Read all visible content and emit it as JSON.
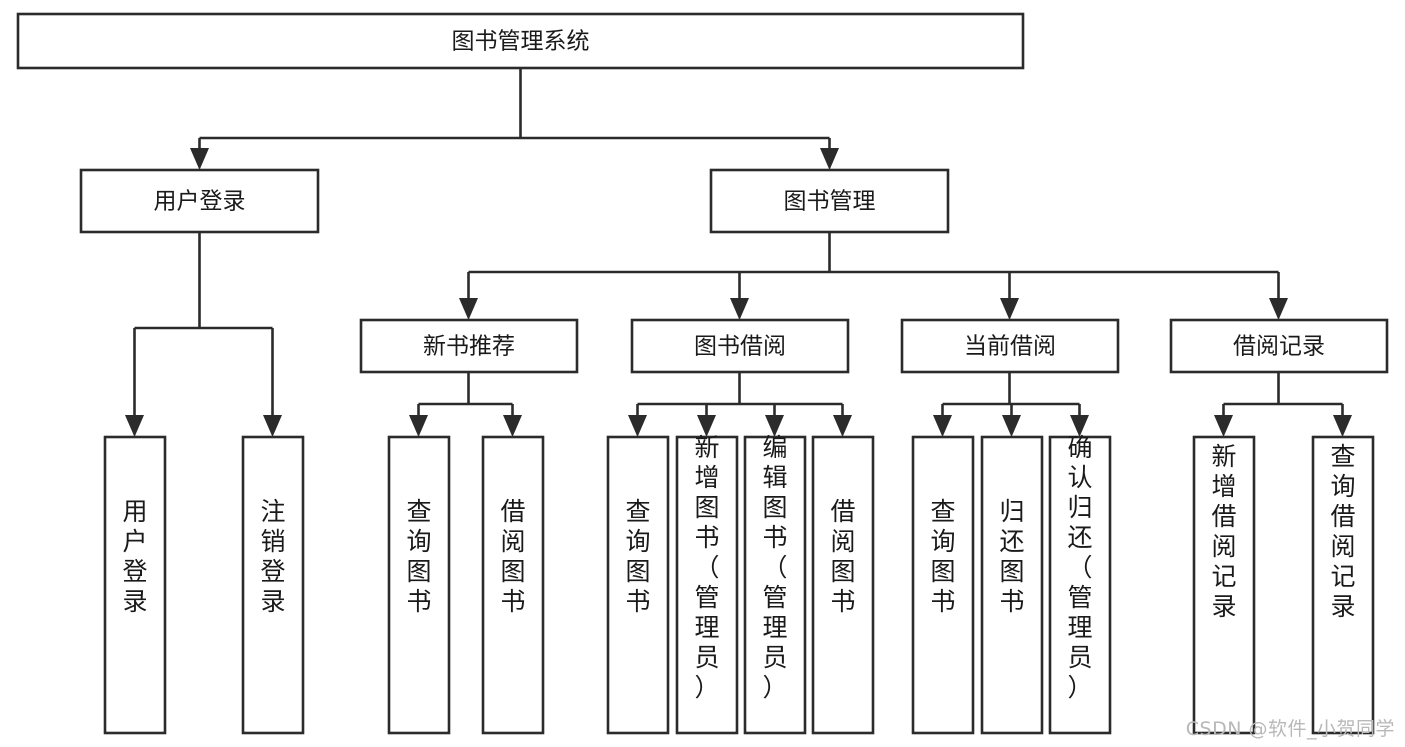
{
  "diagram": {
    "title": "图书管理系统",
    "type": "tree-hierarchy",
    "root": {
      "id": "root",
      "label": "图书管理系统"
    },
    "level2": [
      {
        "id": "user-login",
        "label": "用户登录"
      },
      {
        "id": "book-manage",
        "label": "图书管理"
      }
    ],
    "level3": [
      {
        "id": "new-book-rec",
        "label": "新书推荐",
        "parent": "book-manage"
      },
      {
        "id": "book-borrow",
        "label": "图书借阅",
        "parent": "book-manage"
      },
      {
        "id": "current-borrow",
        "label": "当前借阅",
        "parent": "book-manage"
      },
      {
        "id": "borrow-record",
        "label": "借阅记录",
        "parent": "book-manage"
      }
    ],
    "leaves": [
      {
        "id": "leaf-user-login",
        "label": "用户登录",
        "parent": "user-login"
      },
      {
        "id": "leaf-logout-login",
        "label": "注销登录",
        "parent": "user-login"
      },
      {
        "id": "leaf-query-book-1",
        "label": "查询图书",
        "parent": "new-book-rec"
      },
      {
        "id": "leaf-borrow-book-1",
        "label": "借阅图书",
        "parent": "new-book-rec"
      },
      {
        "id": "leaf-query-book-2",
        "label": "查询图书",
        "parent": "book-borrow"
      },
      {
        "id": "leaf-add-book",
        "label": "新增图书（管理员）",
        "parent": "book-borrow"
      },
      {
        "id": "leaf-edit-book",
        "label": "编辑图书（管理员）",
        "parent": "book-borrow"
      },
      {
        "id": "leaf-borrow-book-2",
        "label": "借阅图书",
        "parent": "book-borrow"
      },
      {
        "id": "leaf-query-book-3",
        "label": "查询图书",
        "parent": "current-borrow"
      },
      {
        "id": "leaf-return-book",
        "label": "归还图书",
        "parent": "current-borrow"
      },
      {
        "id": "leaf-confirm-return",
        "label": "确认归还（管理员）",
        "parent": "current-borrow"
      },
      {
        "id": "leaf-add-record",
        "label": "新增借阅记录",
        "parent": "borrow-record"
      },
      {
        "id": "leaf-query-record",
        "label": "查询借阅记录",
        "parent": "borrow-record"
      }
    ],
    "watermark": "CSDN @软件_小贺同学",
    "colors": {
      "stroke": "#2b2b2b",
      "fill": "#ffffff",
      "text": "#1a1a1a",
      "watermark": "#b8b8b8"
    }
  }
}
